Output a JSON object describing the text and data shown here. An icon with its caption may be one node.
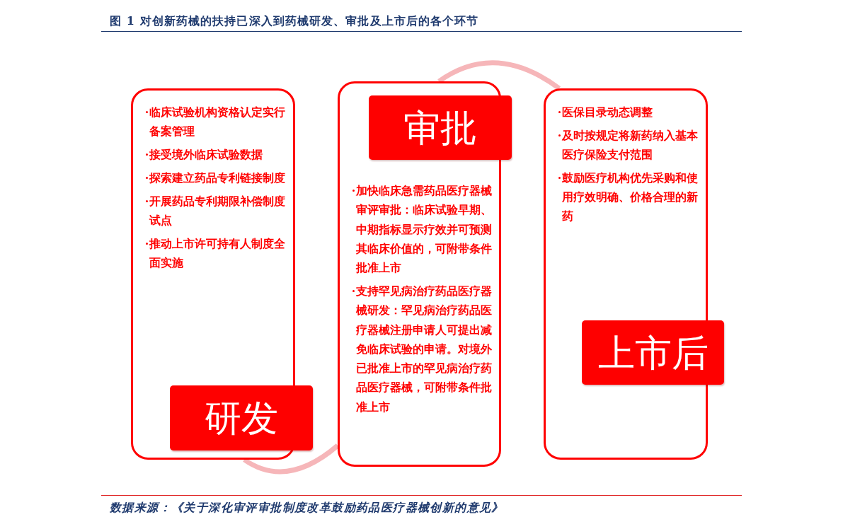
{
  "diagram": {
    "title": "图 1 对创新药械的扶持已深入到药械研发、审批及上市后的各个环节",
    "nodes": [
      {
        "text": [
          "临床试验机构资格认定实行备案管理",
          "接受境外临床试验数据",
          "探索建立药品专利链接制度",
          "开展药品专利期限补偿制度试点",
          "推动上市许可持有人制度全面实施"
        ]
      },
      {
        "text": [
          "研发"
        ]
      },
      {
        "text": [
          "加快临床急需药品医疗器械审评审批：临床试验早期、中期指标显示疗效并可预测其临床价值的，可附带条件批准上市",
          "支持罕见病治疗药品医疗器械研发：罕见病治疗药品医疗器械注册申请人可提出减免临床试验的申请。对境外已批准上市的罕见病治疗药品医疗器械，可附带条件批准上市"
        ]
      },
      {
        "text": [
          "审批"
        ]
      },
      {
        "text": [
          "医保目录动态调整",
          "及时按规定将新药纳入基本医疗保险支付范围",
          "鼓励医疗机构优先采购和使用疗效明确、价格合理的新药"
        ]
      },
      {
        "text": [
          "上市后"
        ]
      }
    ],
    "edges": [
      {
        "from": 0,
        "to": 2,
        "arrow": "none"
      },
      {
        "from": 2,
        "to": 4,
        "arrow": "none"
      }
    ],
    "labels": [
      "数据来源：《关于深化审评审批制度改革鼓励药品医疗器械创新的意见》"
    ]
  }
}
